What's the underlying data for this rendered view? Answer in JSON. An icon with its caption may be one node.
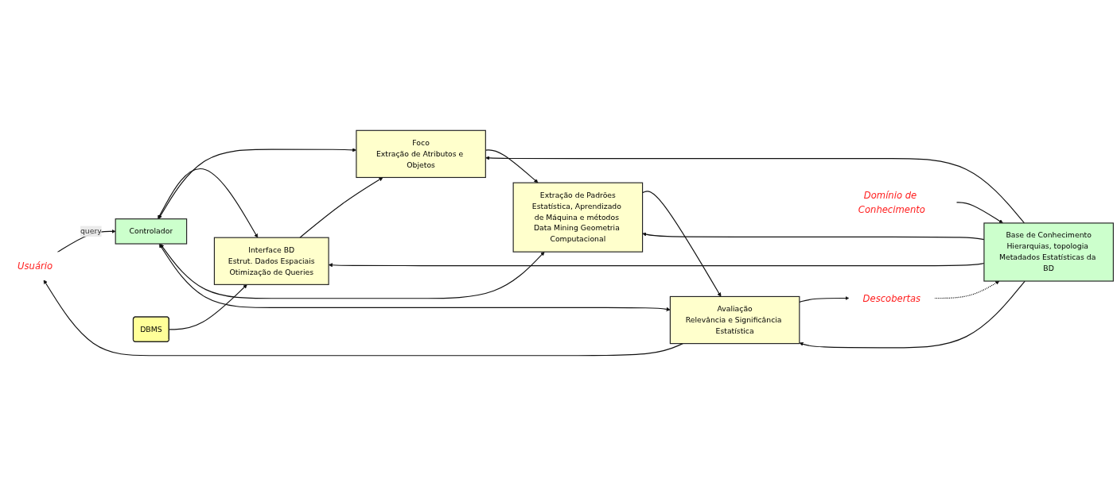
{
  "diagram": {
    "nodes": [
      {
        "text": [
          "Usuário"
        ]
      },
      {
        "text": [
          "Controlador"
        ]
      },
      {
        "text": [
          "DBMS"
        ]
      },
      {
        "text": [
          "Interface BD",
          "Estrut. Dados Espaciais",
          "Otimização de Queries"
        ]
      },
      {
        "text": [
          "Foco",
          "Extração de Atributos e Objetos"
        ]
      },
      {
        "text": [
          "Extração de Padrões",
          "Estatística, Aprendizado de Máquina e métodos Data Mining Geometria Computacional"
        ]
      },
      {
        "text": [
          "Avaliação",
          "Relevância e Significância Estatística"
        ]
      },
      {
        "text": [
          "Descobertas"
        ]
      },
      {
        "text": [
          "Domínio de Conhecimento"
        ]
      },
      {
        "text": [
          "Base de Conhecimento",
          "Hierarquias, topologia Metadados Estatísticas da BD"
        ]
      }
    ],
    "edges": [
      {
        "from": 0,
        "to": 1,
        "arrow": "to",
        "label": "query"
      },
      {
        "from": 1,
        "to": 3,
        "arrow": "both"
      },
      {
        "from": 1,
        "to": 4,
        "arrow": "both"
      },
      {
        "from": 1,
        "to": 5,
        "arrow": "both"
      },
      {
        "from": 1,
        "to": 6,
        "arrow": "both"
      },
      {
        "from": 2,
        "to": 3,
        "arrow": "to"
      },
      {
        "from": 3,
        "to": 4,
        "arrow": "to"
      },
      {
        "from": 4,
        "to": 5,
        "arrow": "to"
      },
      {
        "from": 5,
        "to": 6,
        "arrow": "to"
      },
      {
        "from": 6,
        "to": 7,
        "arrow": "to"
      },
      {
        "from": 6,
        "to": 0,
        "arrow": "to"
      },
      {
        "from": 9,
        "to": 3,
        "arrow": "to"
      },
      {
        "from": 9,
        "to": 4,
        "arrow": "to"
      },
      {
        "from": 9,
        "to": 5,
        "arrow": "to"
      },
      {
        "from": 9,
        "to": 6,
        "arrow": "to"
      },
      {
        "from": 8,
        "to": 9,
        "arrow": "to"
      },
      {
        "from": 7,
        "to": 9,
        "arrow": "to",
        "style": "dashed"
      }
    ]
  }
}
